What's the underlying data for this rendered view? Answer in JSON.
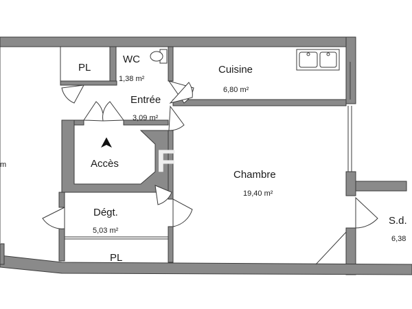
{
  "rooms": {
    "wc": {
      "name": "WC",
      "area": "1,38 m²"
    },
    "pl_top": {
      "name": "PL"
    },
    "cuisine": {
      "name": "Cuisine",
      "area": "6,80 m²"
    },
    "entree": {
      "name": "Entrée",
      "area": "3,09 m²"
    },
    "acces": {
      "name": "Accès"
    },
    "chambre": {
      "name": "Chambre",
      "area": "19,40 m²"
    },
    "degt": {
      "name": "Dégt.",
      "area": "5,03 m²"
    },
    "pl_bottom": {
      "name": "PL"
    },
    "sdb": {
      "name": "S.d.",
      "area": "6,38"
    },
    "left_cut": {
      "area": "m"
    }
  },
  "icons": {
    "access_arrow": "up-arrow-icon"
  }
}
